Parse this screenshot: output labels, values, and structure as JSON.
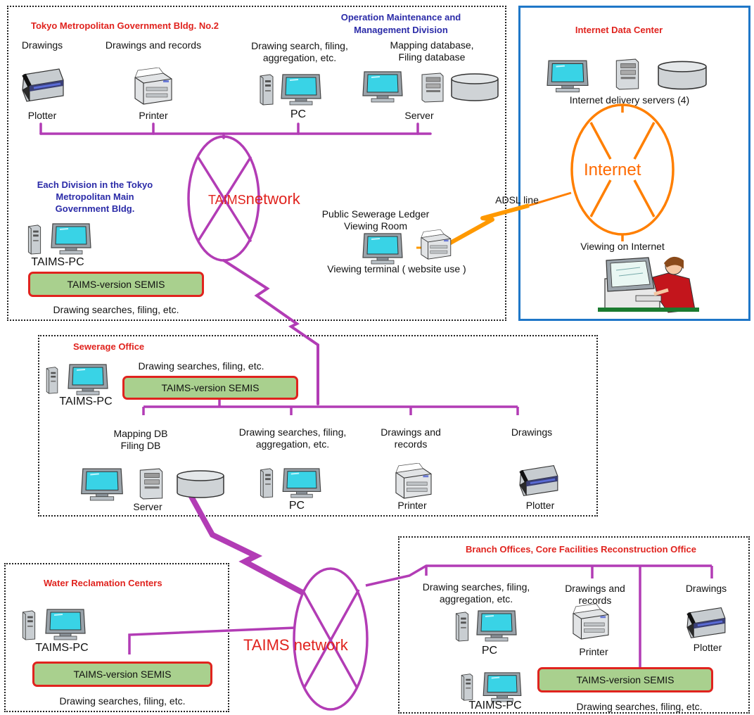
{
  "colors": {
    "network_line": "#b23cb5",
    "zone_title_red": "#e0231e",
    "zone_title_blue": "#2b2ba8",
    "internet_orange": "#ff7f00",
    "semis_fill": "#a9d08e",
    "semis_border": "#e0231e",
    "datacenter_border": "#1f77c8"
  },
  "metro_bldg2": {
    "title": "Tokyo Metropolitan Government Bldg. No.2",
    "omd_title_line1": "Operation Maintenance and",
    "omd_title_line2": "Management Division",
    "drawings": "Drawings",
    "drawings_records": "Drawings and records",
    "drawing_search_line1": "Drawing search, filing,",
    "drawing_search_line2": "aggregation, etc.",
    "mapping_db_line1": "Mapping database,",
    "mapping_db_line2": "Filing database",
    "plotter": "Plotter",
    "printer": "Printer",
    "pc": "PC",
    "server": "Server"
  },
  "main_bldg": {
    "title_line1": "Each Division in the Tokyo",
    "title_line2": "Metropolitan Main",
    "title_line3": "Government Bldg.",
    "taims_pc": "TAIMS-PC",
    "semis": "TAIMS-version SEMIS",
    "caption": "Drawing searches, filing, etc."
  },
  "taims_network_top": {
    "bold_part": "TAIMS",
    "rest": "network"
  },
  "viewing_room": {
    "line1": "Public Sewerage Ledger",
    "line2": "Viewing Room",
    "terminal": "Viewing terminal ( website use )"
  },
  "adsl": "ADSL line",
  "data_center": {
    "title": "Internet Data Center",
    "servers": "Internet delivery servers (4)",
    "internet": "Internet",
    "viewing": "Viewing on Internet"
  },
  "sewerage_office": {
    "title": "Sewerage Office",
    "caption": "Drawing searches, filing, etc.",
    "semis": "TAIMS-version SEMIS",
    "taims_pc": "TAIMS-PC",
    "mapping_db": "Mapping DB",
    "filing_db": "Filing DB",
    "search_line1": "Drawing searches, filing,",
    "search_line2": "aggregation, etc.",
    "drawings_records_line1": "Drawings and",
    "drawings_records_line2": "records",
    "drawings": "Drawings",
    "server": "Server",
    "pc": "PC",
    "printer": "Printer",
    "plotter": "Plotter"
  },
  "water_reclamation": {
    "title": "Water Reclamation Centers",
    "taims_pc": "TAIMS-PC",
    "semis": "TAIMS-version SEMIS",
    "caption": "Drawing searches, filing, etc."
  },
  "taims_network_bottom": {
    "bold_part": "TAIMS",
    "rest": " network"
  },
  "branch_offices": {
    "title": "Branch Offices, Core Facilities Reconstruction Office",
    "search_line1": "Drawing searches, filing,",
    "search_line2": "aggregation, etc.",
    "drawings_records_line1": "Drawings and",
    "drawings_records_line2": "records",
    "drawings": "Drawings",
    "pc": "PC",
    "printer": "Printer",
    "plotter": "Plotter",
    "taims_pc": "TAIMS-PC",
    "semis": "TAIMS-version SEMIS",
    "caption": "Drawing searches, filing, etc."
  }
}
